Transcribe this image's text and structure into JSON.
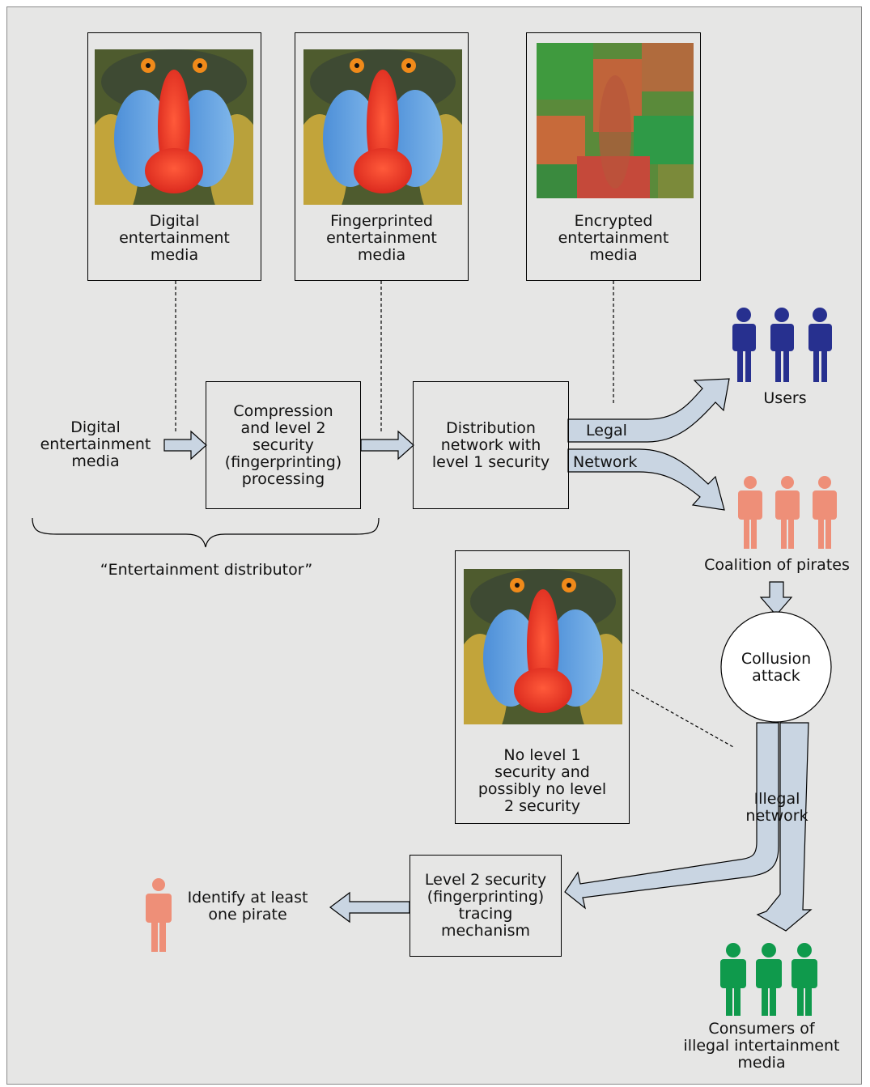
{
  "media_cards": [
    {
      "caption": "Digital\nentertainment\nmedia",
      "image": "mandrill-image"
    },
    {
      "caption": "Fingerprinted\nentertainment\nmedia",
      "image": "mandrill-image"
    },
    {
      "caption": "Encrypted\nentertainment\nmedia",
      "image": "encrypted-mandrill-image"
    }
  ],
  "pirated_card": {
    "caption": "No level 1\nsecurity and\npossibly no level\n2 security",
    "image": "mandrill-image"
  },
  "source_label": "Digital\nentertainment\nmedia",
  "process_boxes": {
    "compression": "Compression\nand level 2\nsecurity\n(fingerprinting)\nprocessing",
    "distribution": "Distribution\nnetwork with\nlevel 1 security",
    "tracing": "Level 2 security\n(fingerprinting)\ntracing\nmechanism"
  },
  "network_labels": {
    "legal": "Legal",
    "network": "Network",
    "illegal": "Illegal\nnetwork"
  },
  "distributor_label": "“Entertainment distributor”",
  "groups": {
    "users": "Users",
    "pirates": "Coalition of pirates",
    "consumers": "Consumers of\nillegal intertainment\nmedia",
    "identify": "Identify at least\none pirate"
  },
  "collusion": "Collusion\nattack",
  "colors": {
    "background": "#e6e6e5",
    "arrow_fill": "#c9d5e2",
    "users": "#27308f",
    "pirates": "#ee8f78",
    "consumers": "#0f9a4c"
  }
}
